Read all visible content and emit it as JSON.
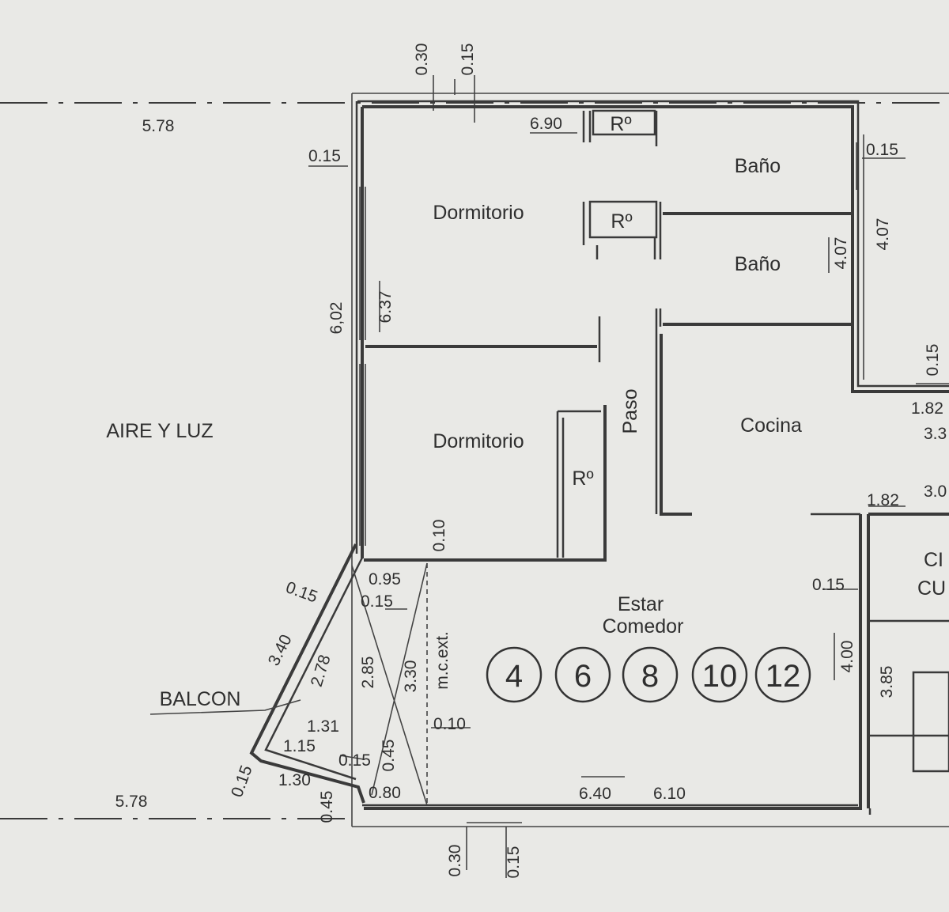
{
  "rooms": {
    "dormitorio_1": "Dormitorio",
    "dormitorio_2": "Dormitorio",
    "bano_1": "Baño",
    "bano_2": "Baño",
    "cocina": "Cocina",
    "paso": "Paso",
    "estar_line1": "Estar",
    "estar_line2": "Comedor",
    "aire_y_luz": "AIRE Y LUZ",
    "balcon": "BALCON",
    "ropero_1": "Rº",
    "ropero_2": "Rº",
    "ropero_3": "Rº",
    "neighbor_1": "CI",
    "neighbor_2": "CU"
  },
  "unit_numbers": [
    "4",
    "6",
    "8",
    "10",
    "12"
  ],
  "dimensions": {
    "top_030": "0.30",
    "top_015": "0.15",
    "left_578_top": "5.78",
    "left_015": "0.15",
    "d_690": "6.90",
    "right_015": "0.15",
    "right_407_a": "4.07",
    "right_407_b": "4.07",
    "left_602": "6,02",
    "left_637": "6.37",
    "right_015_b": "0.15",
    "right_182_a": "1.82",
    "right_33": "3.3",
    "right_30": "3.0",
    "right_182_b": "1.82",
    "d_010_v": "0.10",
    "d_095": "0.95",
    "d_015_c": "0.15",
    "d_015_bal": "0.15",
    "d_340": "3.40",
    "d_278": "2.78",
    "d_285": "2.85",
    "d_330": "3.30",
    "mc_ext": "m.c.ext.",
    "d_015_r": "0.15",
    "d_400": "4.00",
    "d_385": "3.85",
    "d_010_h": "0.10",
    "d_131": "1.31",
    "d_115": "1.15",
    "d_015_d": "0.15",
    "d_045_v": "0.45",
    "d_130": "1.30",
    "d_015_e": "0.15",
    "d_045_b": "0.45",
    "d_080": "0.80",
    "d_640": "6.40",
    "d_610": "6.10",
    "left_578_bot": "5.78",
    "bot_030": "0.30",
    "bot_015": "0.15"
  }
}
